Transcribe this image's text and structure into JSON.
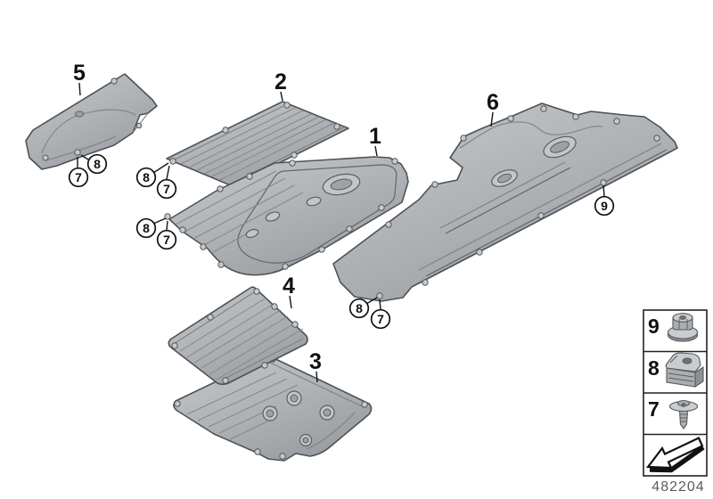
{
  "diagram": {
    "part_labels": {
      "p1": "1",
      "p2": "2",
      "p3": "3",
      "p4": "4",
      "p5": "5",
      "p6": "6"
    },
    "callout_labels": {
      "screw": "7",
      "clip": "8",
      "nut": "9"
    },
    "legend": {
      "rows": [
        {
          "num": "9",
          "icon": "flange-nut-icon"
        },
        {
          "num": "8",
          "icon": "cage-nut-clip-icon"
        },
        {
          "num": "7",
          "icon": "expanding-rivet-icon"
        }
      ],
      "arrow_icon": "direction-of-travel-arrow-icon"
    },
    "doc_number": "482204",
    "colors": {
      "background": "#ffffff",
      "panel_fill": "#aeb2b5",
      "panel_highlight": "#c9cdd0",
      "panel_outline": "#4e5256",
      "line_color": "#141414",
      "doc_number_color": "#595d61"
    }
  }
}
